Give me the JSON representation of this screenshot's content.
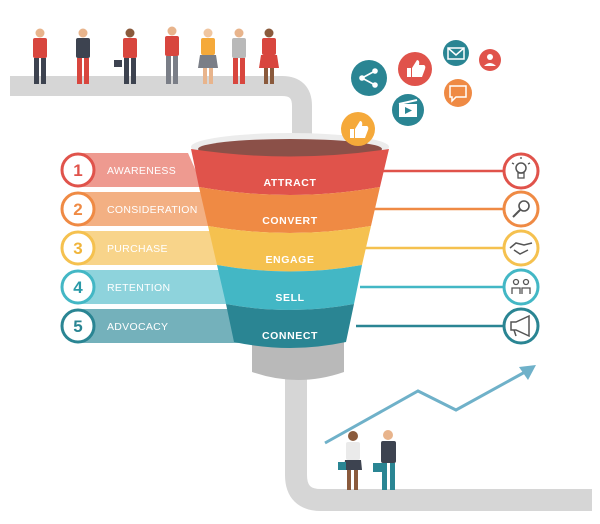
{
  "steps": [
    {
      "number": "1",
      "label": "AWARENESS"
    },
    {
      "number": "2",
      "label": "CONSIDERATION"
    },
    {
      "number": "3",
      "label": "PURCHASE"
    },
    {
      "number": "4",
      "label": "RETENTION"
    },
    {
      "number": "5",
      "label": "ADVOCACY"
    }
  ],
  "funnel_stages": [
    "ATTRACT",
    "CONVERT",
    "ENGAGE",
    "SELL",
    "CONNECT"
  ],
  "colors": {
    "red": "#e0534b",
    "orange": "#ef8a44",
    "yellow": "#f5c14f",
    "teal_light": "#43b7c5",
    "teal_dark": "#2a8593",
    "pipe": "#d6d6d6",
    "funnel_top": "#8b5048"
  },
  "right_icons": [
    "lightbulb-head-icon",
    "magnifier-icon",
    "handshake-icon",
    "people-icon",
    "megaphone-icon"
  ],
  "social_icons": [
    "share-icon",
    "thumbs-up-icon",
    "mail-icon",
    "user-icon",
    "video-icon",
    "chat-icon",
    "like-icon"
  ]
}
